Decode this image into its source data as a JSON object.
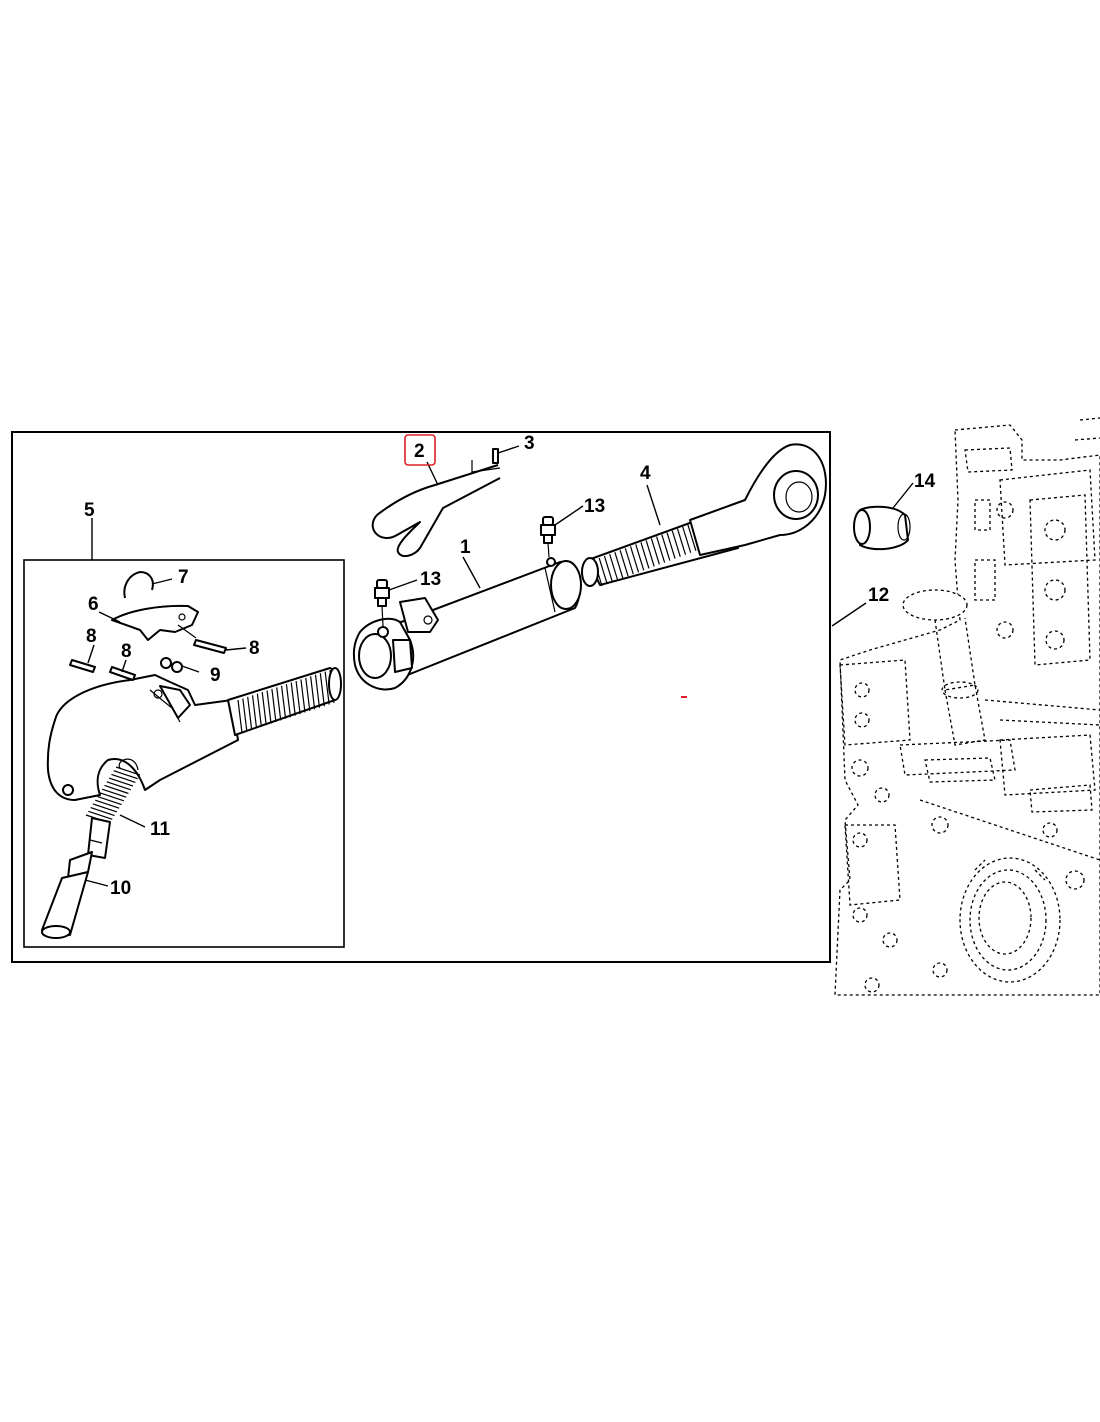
{
  "diagram": {
    "callouts": {
      "c1": "1",
      "c2": "2",
      "c3": "3",
      "c4": "4",
      "c5": "5",
      "c6": "6",
      "c7": "7",
      "c8a": "8",
      "c8b": "8",
      "c8c": "8",
      "c9": "9",
      "c10": "10",
      "c11": "11",
      "c12": "12",
      "c13a": "13",
      "c13b": "13",
      "c14": "14"
    },
    "colors": {
      "line": "#000000",
      "highlight": "#e0202a",
      "background": "#ffffff"
    }
  }
}
